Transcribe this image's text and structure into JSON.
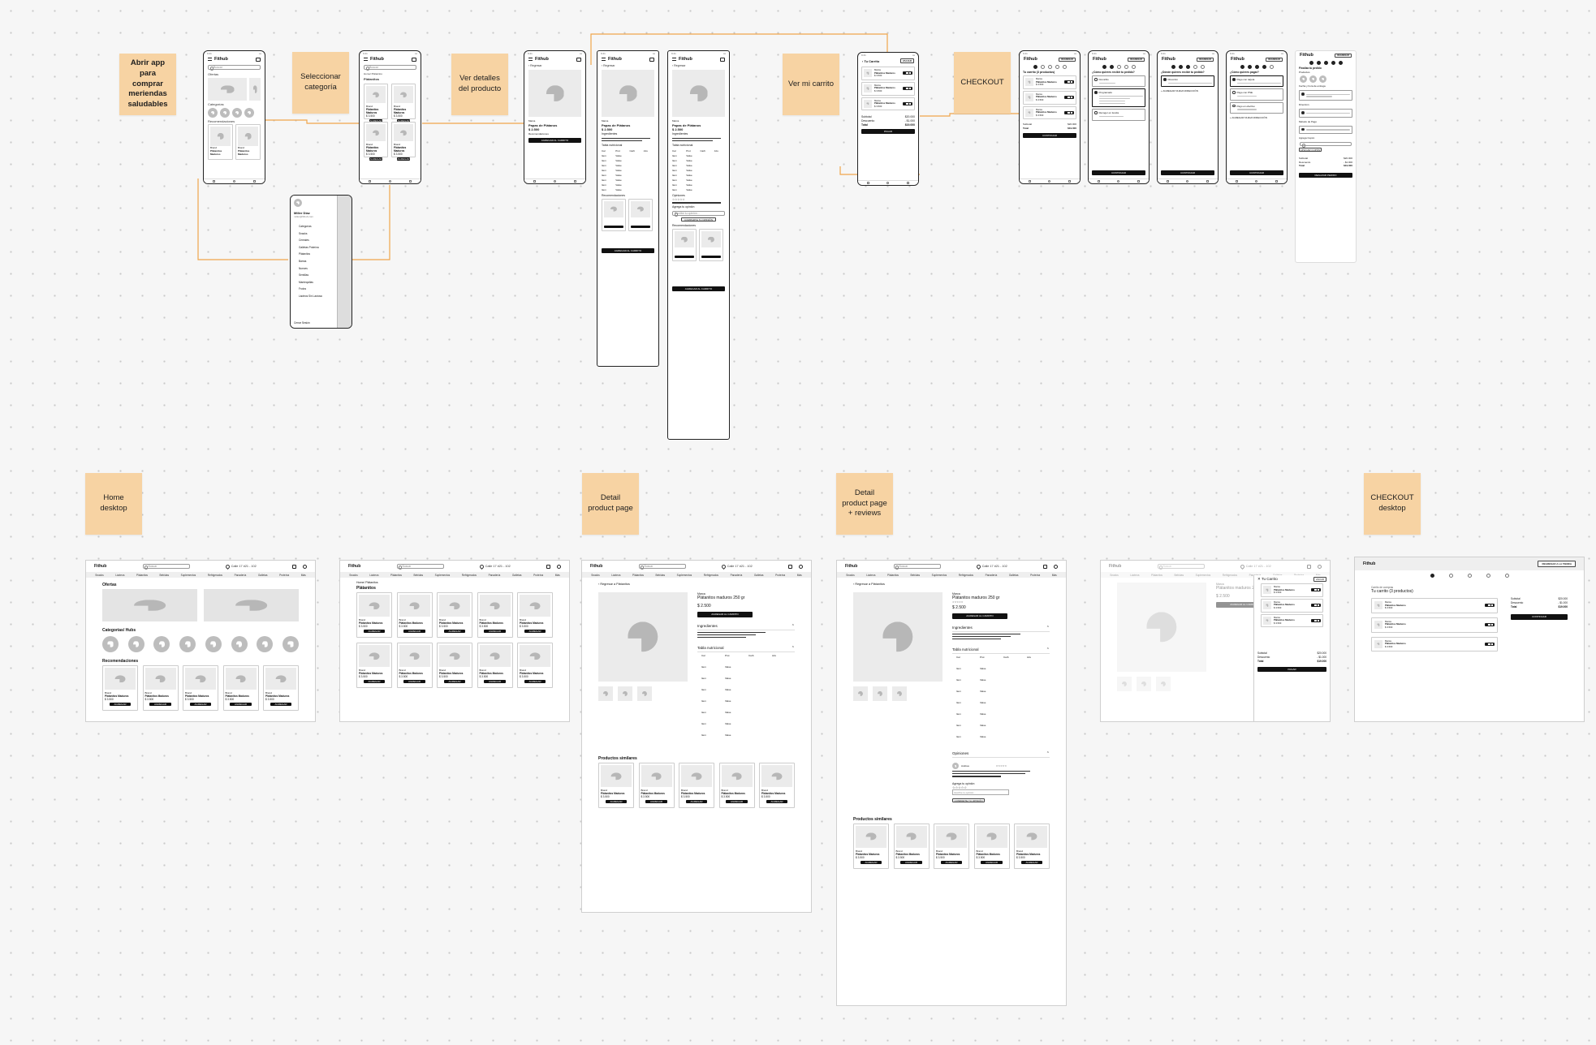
{
  "canvas": {
    "background": "#f6f6f6",
    "dot_color": "#c9c9c9",
    "sticky_color": "#f7d3a3",
    "connector_color": "#f0a54b"
  },
  "stickies": {
    "open_app": "Abrir app para comprar meriendas saludables",
    "select_category": "Seleccionar categoría",
    "view_details": "Ver detalles del producto",
    "view_cart": "Ver mi carrito",
    "checkout": "CHECKOUT",
    "home_desktop": "Home desktop",
    "detail_page": "Detail product page",
    "detail_reviews": "Detail product page + reviews",
    "checkout_desktop": "CHECKOUT desktop"
  },
  "app": {
    "brand": "Fithub",
    "time": "9:41",
    "search_placeholder": "Buscar",
    "offers": "Ofertas",
    "categories": "Categorías",
    "categories_desktop": "Categorías/ Hubs",
    "recommendations": "Recomendaciones",
    "recommendations_short": "Recomendaciones",
    "breadcrumb": "Home/ Plátanitos",
    "category_title": "Plátanitos",
    "back": "Regresar",
    "back_category": "Regresar a Plátanitos",
    "product_brand": "Brand",
    "product_name": "Plátanitos Maduros",
    "product_price": "$ 3.500",
    "add_short": "AGREGAR",
    "detail_brand": "Marca",
    "detail_name": "Plátanitos maduros 250 gr",
    "detail_name_mobile": "Papas de Plátanos",
    "detail_price": "$ 2.500",
    "add_to_cart": "AGREGAR AL CARRITO",
    "ingredients": "Ingredientes",
    "nutrition": "Tabla nutricional",
    "opinions": "Opiniones",
    "add_opinion": "Agrega tu opinión",
    "write_opinion": "Escribe tu opinión...",
    "share_opinion": "COMPARTE TU OPINIÓN",
    "similar": "Productos similares",
    "reviewer": "Andrea",
    "location": "Calle 17 #21 - 102",
    "menu_user": "Miller Diaz",
    "menu_email": "miller@fithub.com",
    "menu_items": [
      "Categorías",
      "Snacks",
      "Cereales",
      "Galletas Proteína",
      "Plátanitos",
      "Barras",
      "Nueces",
      "Semillas",
      "Mantequillas",
      "Frutos",
      "Lácteos Sin Lactosa"
    ],
    "menu_logout": "Cerrar Sesión",
    "cart_title": "Tu Carrito",
    "cart_products": "Tu carrito (3 productos)",
    "cart_empty_btn": "VACIAR",
    "continue": "CONTINUAR",
    "pay_now": "PAGAR",
    "subtotal_label": "Subtotal",
    "discount_label": "Descuento",
    "total_label": "Total",
    "subtotal": "$20.000",
    "discount": "- $1.000",
    "total": "$19.000",
    "co_question_receive": "¿Cómo quieres recibir tu pedido?",
    "co_question_where": "¿Dónde quieres recibir tu pedido?",
    "co_question_pay": "¿Cómo quieres pagar?",
    "co_delivery": "Domicilio",
    "co_pickup": "Recoger en tienda",
    "co_scheduled": "Programado",
    "co_address": "Dirección",
    "co_add_address": "+ AGREGAR NUEVA DIRECCIÓN",
    "co_card": "Pago con tarjeta",
    "co_pse": "Pago con PSE",
    "co_cash": "Pago en efectivo",
    "co_finish": "Finaliza tu pedido",
    "co_products": "Productos",
    "co_date": "Fecha y hora de entrega",
    "co_method": "Método de Pago",
    "co_coupon": "Agrega Cupón",
    "co_apply": "APLICAR CUPÓN",
    "co_confirm": "REALIZAR PEDIDO",
    "back_to_shop": "REGRESAR A LA TIENDA",
    "desktop_cats": [
      "Snacks",
      "Lácteos",
      "Plátanitos",
      "Bebidas",
      "Suplementos",
      "Refrigerados",
      "Panadería",
      "Galletas",
      "Proteína",
      "Más"
    ],
    "nut_headers": [
      "Cal",
      "Prot",
      "Carb",
      "Azu"
    ],
    "nut_cell": "Item",
    "nut_value": "Value"
  }
}
